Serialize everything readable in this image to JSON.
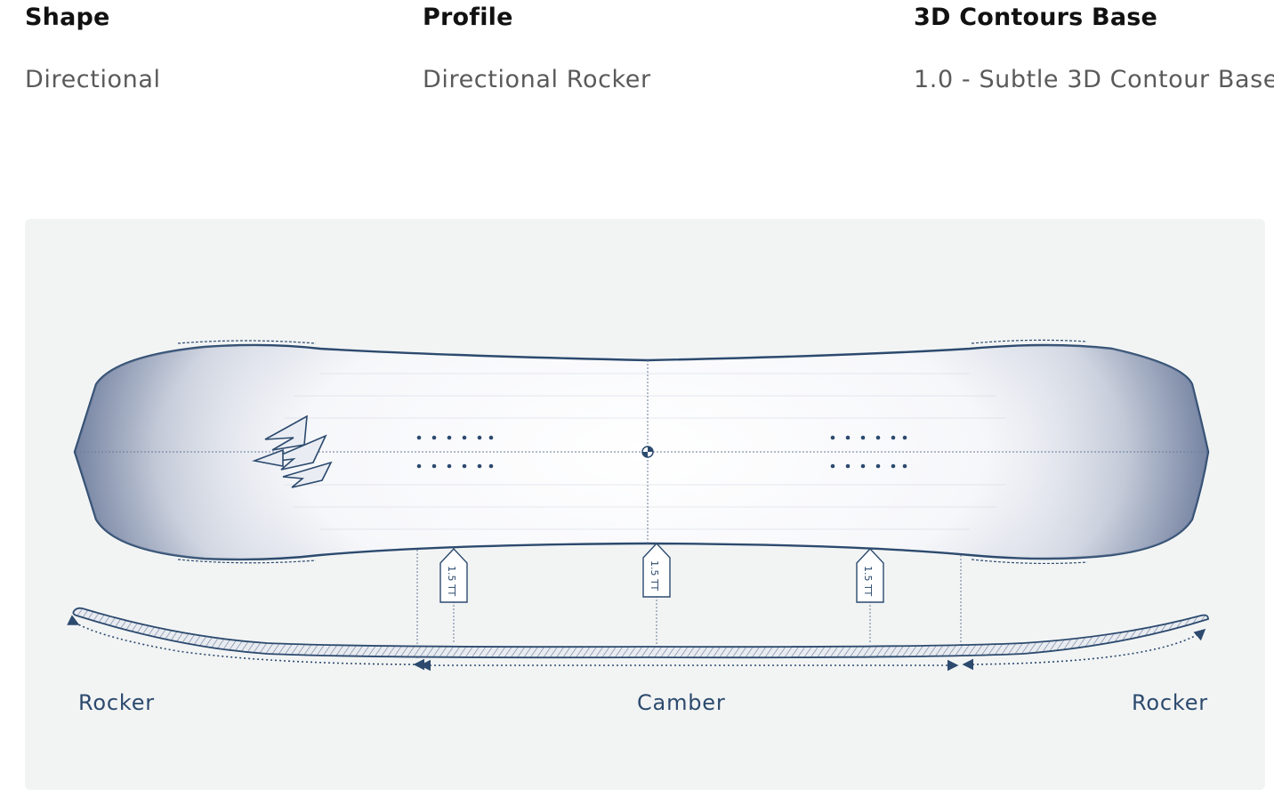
{
  "specs": [
    {
      "label": "Shape",
      "value": "Directional"
    },
    {
      "label": "Profile",
      "value": "Directional Rocker"
    },
    {
      "label": "3D Contours Base",
      "value": "1.0 - Subtle 3D Contour Base"
    }
  ],
  "diagram": {
    "insert_tags": [
      "1.5 TT",
      "1.5 TT",
      "1.5 TT"
    ],
    "zones": [
      "Rocker",
      "Camber",
      "Rocker"
    ],
    "colors": {
      "outline": "#2c4a6e",
      "panel_bg": "#f2f4f4",
      "label": "#2c4a6e"
    }
  }
}
